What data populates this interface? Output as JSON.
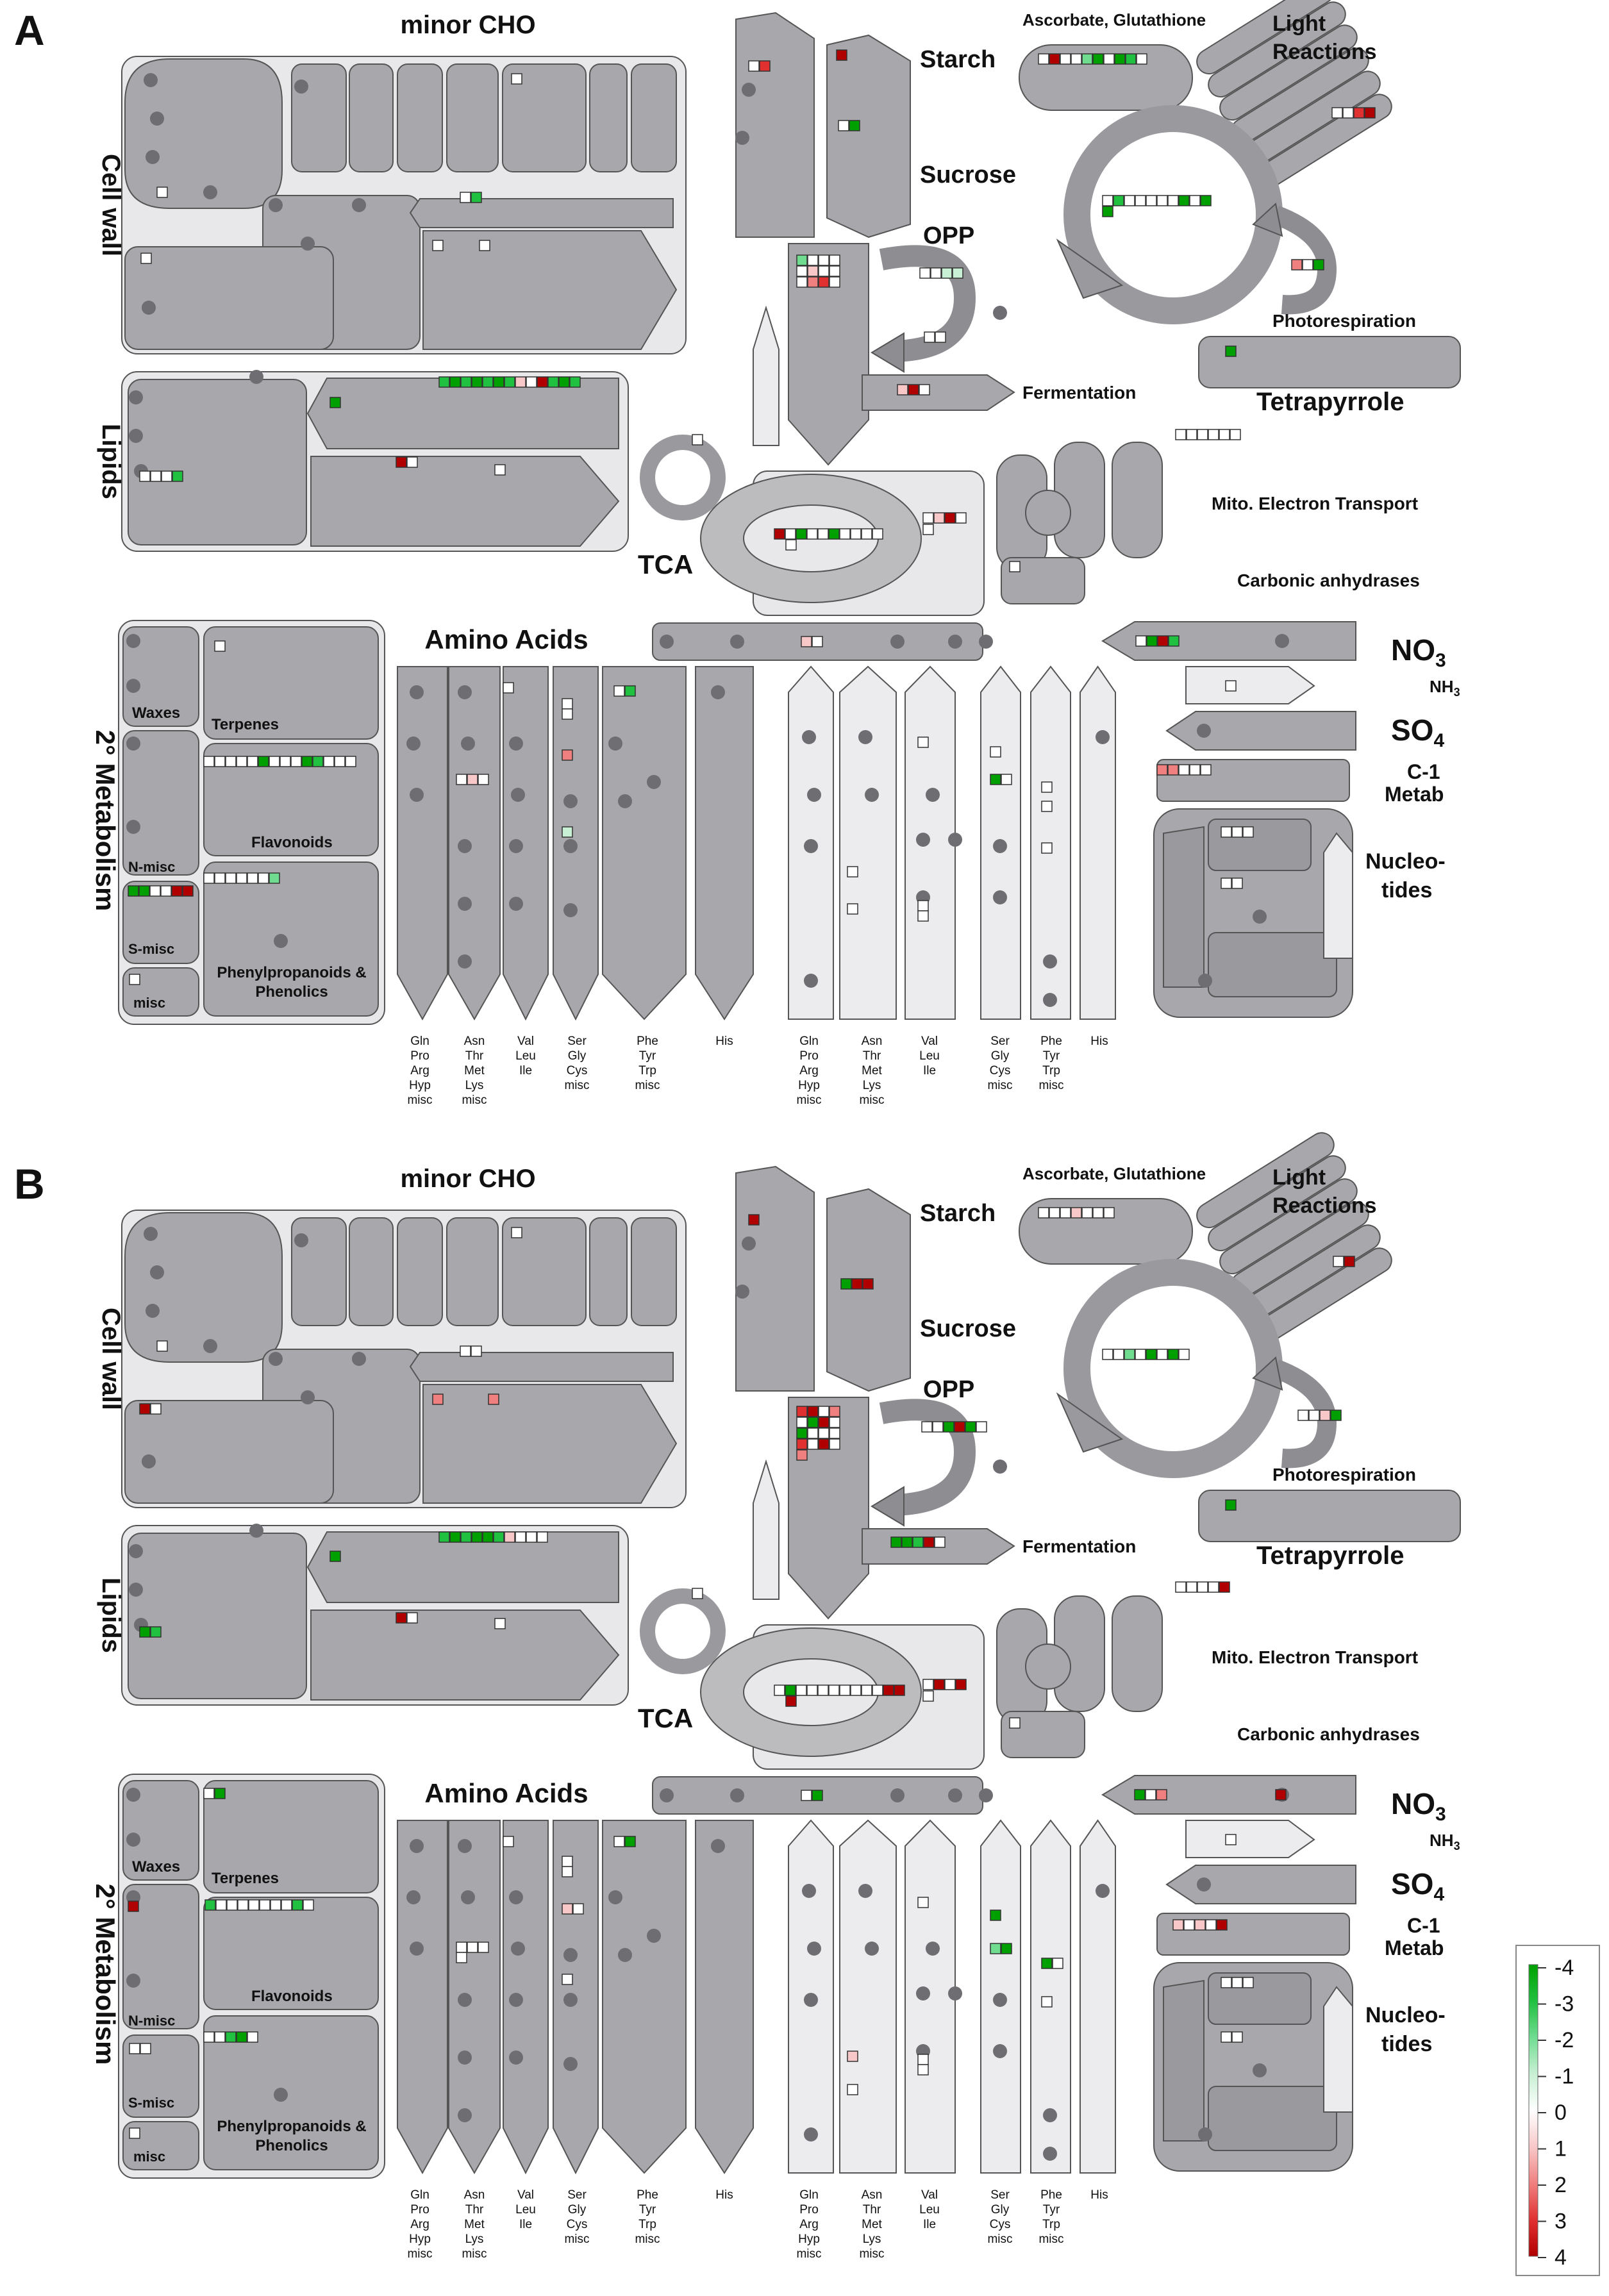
{
  "panels": [
    {
      "letter": "A"
    },
    {
      "letter": "B"
    }
  ],
  "labels": {
    "minor_cho": "minor CHO",
    "cell_wall": "Cell wall",
    "lipids": "Lipids",
    "starch": "Starch",
    "sucrose": "Sucrose",
    "opp": "OPP",
    "ascorbate": "Ascorbate, Glutathione",
    "light_1": "Light",
    "light_2": "Reactions",
    "photorespiration": "Photorespiration",
    "tetrapyrrole": "Tetrapyrrole",
    "fermentation": "Fermentation",
    "mito": "Mito. Electron Transport",
    "carbonic": "Carbonic anhydrases",
    "tca": "TCA",
    "amino": "Amino Acids",
    "no3_base": "NO",
    "no3_sub": "3",
    "nh3_base": "NH",
    "nh3_sub": "3",
    "so4_base": "SO",
    "so4_sub": "4",
    "c1_1": "C-1",
    "c1_2": "Metab",
    "nucleo_1": "Nucleo-",
    "nucleo_2": "tides",
    "secondary": "2° Metabolism",
    "waxes": "Waxes",
    "terpenes": "Terpenes",
    "flavonoids": "Flavonoids",
    "nmisc": "N-misc",
    "smisc": "S-misc",
    "misc": "misc",
    "phenyl_1": "Phenylpropanoids &",
    "phenyl_2": "Phenolics"
  },
  "aa_groups": [
    [
      "Gln",
      "Pro",
      "Arg",
      "Hyp",
      "misc"
    ],
    [
      "Asn",
      "Thr",
      "Met",
      "Lys",
      "misc"
    ],
    [
      "Val",
      "Leu",
      "Ile"
    ],
    [
      "Ser",
      "Gly",
      "Cys",
      "misc"
    ],
    [
      "Phe",
      "Tyr",
      "Trp",
      "misc"
    ],
    [
      "His"
    ]
  ],
  "legend": {
    "ticks": [
      "-4",
      "-3",
      "-2",
      "-1",
      "0",
      "1",
      "2",
      "3",
      "4"
    ],
    "colors": [
      "#00a000",
      "#20c040",
      "#70dc90",
      "#c8f0d4",
      "#ffffff",
      "#f8c8c8",
      "#f08080",
      "#e03030",
      "#b00000"
    ]
  }
}
